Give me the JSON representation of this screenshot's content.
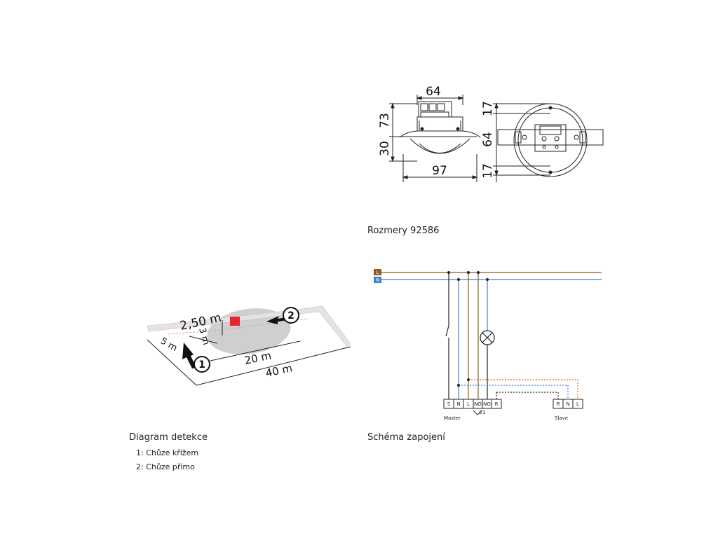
{
  "dimensions": {
    "side": {
      "width_top": "64",
      "height_upper": "73",
      "height_lower": "30",
      "width_bottom": "97"
    },
    "top": {
      "upper": "17",
      "middle": "64",
      "lower": "17"
    }
  },
  "caption_dimensions": "Rozmery 92586",
  "detection": {
    "label_height": "2,50 m",
    "label_3m": "3 m",
    "label_5m": "5 m",
    "label_20m": "20 m",
    "label_40m": "40 m",
    "marker_1": "1",
    "marker_2": "2",
    "marker_color": "#e8262b",
    "caption": "Diagram detekce",
    "legend": [
      "1: Chůze křížem",
      "2: Chůze přímo"
    ]
  },
  "wiring": {
    "bus_l": "L",
    "bus_n": "N",
    "color_l": "#8c5a1e",
    "color_n": "#3f7fd0",
    "color_orange": "#c8702a",
    "master_terminals": [
      "S",
      "N",
      "L",
      "NO",
      "NO",
      "R"
    ],
    "master_label": "Master",
    "relay_label": "C1",
    "slave_terminals": [
      "R",
      "N",
      "L"
    ],
    "slave_label": "Slave",
    "caption": "Schéma zapojení"
  }
}
